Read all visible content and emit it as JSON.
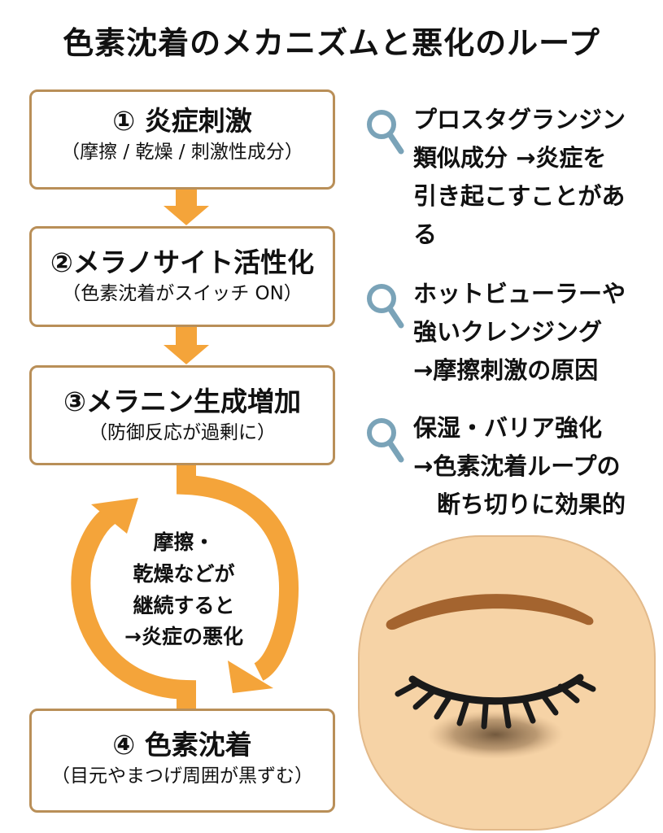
{
  "title": "色素沈着のメカニズムと悪化のループ",
  "steps": [
    {
      "title": "① 炎症刺激",
      "sub": "（摩擦 / 乾燥 / 刺激性成分）"
    },
    {
      "title": "②メラノサイト活性化",
      "sub": "（色素沈着がスイッチ ON）"
    },
    {
      "title": "③メラニン生成増加",
      "sub": "（防御反応が過剰に）"
    },
    {
      "title": "④ 色素沈着",
      "sub": "（目元やまつげ周囲が黒ずむ）"
    }
  ],
  "loop_text": [
    "摩擦・",
    "乾燥などが",
    "継続すると",
    "→炎症の悪化"
  ],
  "notes": [
    {
      "lines": [
        "プロスタグランジン",
        "類似成分 →炎症を",
        "引き起こすことがあ",
        "る"
      ]
    },
    {
      "lines": [
        "ホットビューラーや",
        "強いクレンジング",
        "→摩擦刺激の原因"
      ]
    },
    {
      "lines": [
        "保湿・バリア強化",
        "→色素沈着ループの",
        "　断ち切りに効果的"
      ]
    }
  ],
  "colors": {
    "arrow": "#f4a43a",
    "box_border": "#b98f58",
    "icon": "#7aa3b8",
    "face": "#f6d3a6",
    "brow": "#a4642f",
    "lash": "#1a1a1a",
    "shadow": "#6b5238"
  },
  "icons": [
    "magnifier-icon",
    "closed-eye-face-illustration"
  ]
}
